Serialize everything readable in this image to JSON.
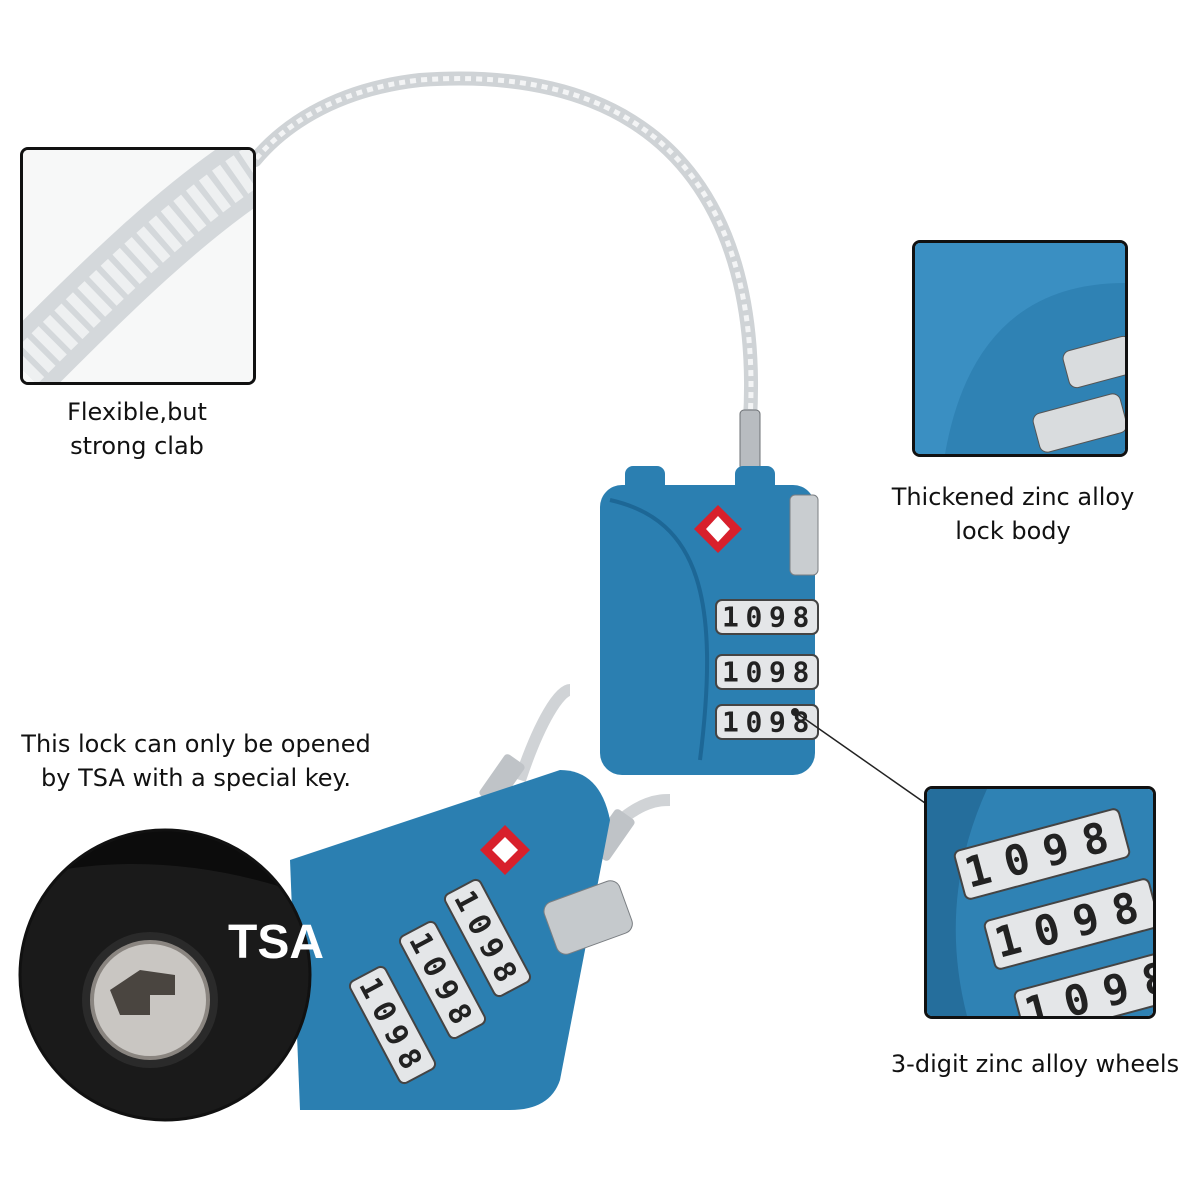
{
  "colors": {
    "lock_blue": "#2b7fb1",
    "tsa_red": "#d8202c",
    "cable": "#d9dcdf",
    "frame": "#111111"
  },
  "callouts": {
    "cable": {
      "line1": "Flexible,but",
      "line2": "strong clab"
    },
    "body": {
      "line1": "Thickened zinc alloy",
      "line2": "lock body"
    },
    "tsa": {
      "line1": "This lock can only be opened",
      "line2": "by TSA with a special key."
    },
    "wheels": {
      "line1": "3-digit zinc alloy wheels"
    }
  },
  "lock": {
    "wheel_digits": [
      "1",
      "0",
      "9",
      "8"
    ],
    "keyhole_label": "TSA"
  }
}
